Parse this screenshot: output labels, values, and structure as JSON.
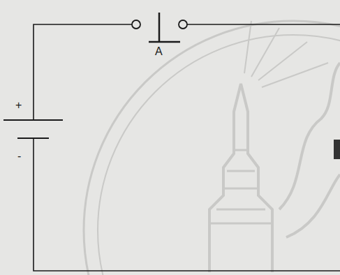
{
  "diagram": {
    "labels": [
      "+",
      "-",
      "A"
    ]
  }
}
